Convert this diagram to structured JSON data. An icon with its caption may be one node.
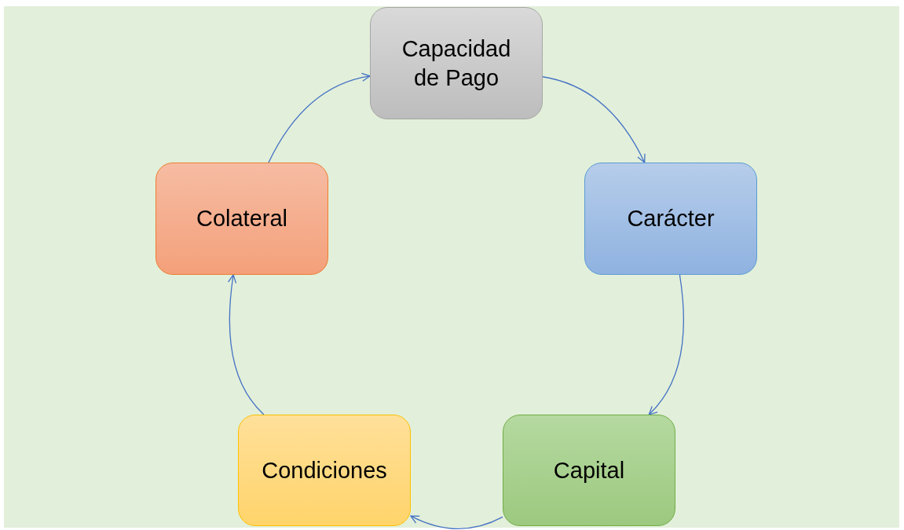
{
  "diagram": {
    "nodes": [
      {
        "text": [
          "Capacidad de Pago"
        ]
      },
      {
        "text": [
          "Carácter"
        ]
      },
      {
        "text": [
          "Capital"
        ]
      },
      {
        "text": [
          "Condiciones"
        ]
      },
      {
        "text": [
          "Colateral"
        ]
      }
    ],
    "edges": [
      {
        "from": 0,
        "to": 1,
        "arrow": "to"
      },
      {
        "from": 1,
        "to": 2,
        "arrow": "to"
      },
      {
        "from": 2,
        "to": 3,
        "arrow": "to"
      },
      {
        "from": 3,
        "to": 4,
        "arrow": "to"
      },
      {
        "from": 4,
        "to": 0,
        "arrow": "to"
      }
    ]
  }
}
